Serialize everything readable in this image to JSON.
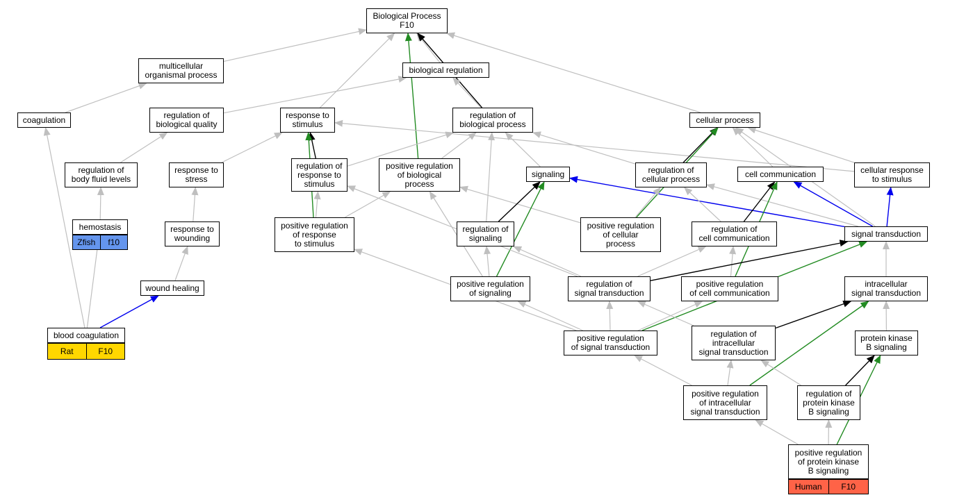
{
  "colors": {
    "gray": "#bfbfbf",
    "black": "#000000",
    "green": "#228b22",
    "blue": "#0000ee",
    "rat": "#ffd700",
    "zfish": "#6495ed",
    "human": "#ff6347"
  },
  "nodes": {
    "bp": "Biological Process\nF10",
    "multicellular": "multicellular\norganismal process",
    "bioreg": "biological regulation",
    "coagulation": "coagulation",
    "regbioqual": "regulation of\nbiological quality",
    "respstim": "response to\nstimulus",
    "regbioproc": "regulation of\nbiological process",
    "cellproc": "cellular process",
    "regbodyfluid": "regulation of\nbody fluid levels",
    "respstress": "response to\nstress",
    "regrespstim": "regulation of\nresponse to\nstimulus",
    "posregbioproc": "positive regulation\nof biological\nprocess",
    "signaling": "signaling",
    "regcellproc": "regulation of\ncellular process",
    "cellcomm": "cell communication",
    "cellrespstim": "cellular response\nto stimulus",
    "hemostasis": "hemostasis",
    "respwound": "response to\nwounding",
    "posregrespstim": "positive regulation\nof response\nto stimulus",
    "regsignaling": "regulation of\nsignaling",
    "posregcellproc": "positive regulation\nof cellular\nprocess",
    "regcellcomm": "regulation of\ncell communication",
    "sigtrans": "signal transduction",
    "woundheal": "wound healing",
    "posregsignaling": "positive regulation\nof signaling",
    "regsigtrans": "regulation of\nsignal transduction",
    "posregcellcomm": "positive regulation\nof cell communication",
    "intracell": "intracellular\nsignal transduction",
    "bloodcoag": "blood coagulation",
    "posregsigtrans": "positive regulation\nof signal transduction",
    "regintracell": "regulation of\nintracellular\nsignal transduction",
    "pkb": "protein kinase\nB signaling",
    "posregintracell": "positive regulation\nof intracellular\nsignal transduction",
    "regpkb": "regulation of\nprotein kinase\nB signaling",
    "posregpkb": "positive regulation\nof protein kinase\nB signaling"
  },
  "badges": {
    "hemostasis": {
      "species": "Zfish",
      "gene": "f10",
      "color": "#6495ed"
    },
    "bloodcoag": {
      "species": "Rat",
      "gene": "F10",
      "color": "#ffd700"
    },
    "posregpkb": {
      "species": "Human",
      "gene": "F10",
      "color": "#ff6347"
    }
  },
  "edges": [
    {
      "from": "multicellular",
      "to": "bp",
      "color": "gray"
    },
    {
      "from": "bioreg",
      "to": "bp",
      "color": "gray"
    },
    {
      "from": "respstim",
      "to": "bp",
      "color": "gray"
    },
    {
      "from": "regbioproc",
      "to": "bp",
      "color": "black"
    },
    {
      "from": "posregbioproc",
      "to": "bp",
      "color": "green"
    },
    {
      "from": "cellproc",
      "to": "bp",
      "color": "gray"
    },
    {
      "from": "coagulation",
      "to": "multicellular",
      "color": "gray"
    },
    {
      "from": "regbioqual",
      "to": "bioreg",
      "color": "gray"
    },
    {
      "from": "regbioproc",
      "to": "bioreg",
      "color": "gray"
    },
    {
      "from": "regbodyfluid",
      "to": "regbioqual",
      "color": "gray"
    },
    {
      "from": "respstress",
      "to": "respstim",
      "color": "gray"
    },
    {
      "from": "regrespstim",
      "to": "respstim",
      "color": "black"
    },
    {
      "from": "posregrespstim",
      "to": "respstim",
      "color": "green"
    },
    {
      "from": "cellrespstim",
      "to": "respstim",
      "color": "gray"
    },
    {
      "from": "regrespstim",
      "to": "regbioproc",
      "color": "gray"
    },
    {
      "from": "posregbioproc",
      "to": "regbioproc",
      "color": "gray"
    },
    {
      "from": "signaling",
      "to": "regbioproc",
      "color": "gray"
    },
    {
      "from": "regcellproc",
      "to": "regbioproc",
      "color": "gray"
    },
    {
      "from": "regsignaling",
      "to": "regbioproc",
      "color": "gray"
    },
    {
      "from": "regcellproc",
      "to": "cellproc",
      "color": "black"
    },
    {
      "from": "cellcomm",
      "to": "cellproc",
      "color": "gray"
    },
    {
      "from": "cellrespstim",
      "to": "cellproc",
      "color": "gray"
    },
    {
      "from": "posregcellproc",
      "to": "cellproc",
      "color": "green"
    },
    {
      "from": "sigtrans",
      "to": "cellproc",
      "color": "gray"
    },
    {
      "from": "hemostasis",
      "to": "regbodyfluid",
      "color": "gray"
    },
    {
      "from": "respwound",
      "to": "respstress",
      "color": "gray"
    },
    {
      "from": "posregrespstim",
      "to": "regrespstim",
      "color": "gray"
    },
    {
      "from": "posregrespstim",
      "to": "posregbioproc",
      "color": "gray"
    },
    {
      "from": "posregsignaling",
      "to": "posregbioproc",
      "color": "gray"
    },
    {
      "from": "posregcellproc",
      "to": "posregbioproc",
      "color": "gray"
    },
    {
      "from": "regsignaling",
      "to": "signaling",
      "color": "black"
    },
    {
      "from": "posregsignaling",
      "to": "signaling",
      "color": "green"
    },
    {
      "from": "sigtrans",
      "to": "signaling",
      "color": "blue"
    },
    {
      "from": "posregcellproc",
      "to": "regcellproc",
      "color": "gray"
    },
    {
      "from": "regcellcomm",
      "to": "regcellproc",
      "color": "gray"
    },
    {
      "from": "sigtrans",
      "to": "regcellproc",
      "color": "gray"
    },
    {
      "from": "regcellcomm",
      "to": "cellcomm",
      "color": "black"
    },
    {
      "from": "posregcellcomm",
      "to": "cellcomm",
      "color": "green"
    },
    {
      "from": "sigtrans",
      "to": "cellcomm",
      "color": "blue"
    },
    {
      "from": "sigtrans",
      "to": "cellrespstim",
      "color": "blue"
    },
    {
      "from": "bloodcoag",
      "to": "hemostasis",
      "color": "gray"
    },
    {
      "from": "woundheal",
      "to": "respwound",
      "color": "gray"
    },
    {
      "from": "bloodcoag",
      "to": "coagulation",
      "color": "gray"
    },
    {
      "from": "bloodcoag",
      "to": "woundheal",
      "color": "blue"
    },
    {
      "from": "posregsigtrans",
      "to": "posregrespstim",
      "color": "gray"
    },
    {
      "from": "regsigtrans",
      "to": "regrespstim",
      "color": "gray"
    },
    {
      "from": "posregsignaling",
      "to": "regsignaling",
      "color": "gray"
    },
    {
      "from": "regsigtrans",
      "to": "regsignaling",
      "color": "gray"
    },
    {
      "from": "regsigtrans",
      "to": "regcellcomm",
      "color": "gray"
    },
    {
      "from": "posregcellcomm",
      "to": "regcellcomm",
      "color": "gray"
    },
    {
      "from": "regsigtrans",
      "to": "sigtrans",
      "color": "black"
    },
    {
      "from": "posregsigtrans",
      "to": "sigtrans",
      "color": "green"
    },
    {
      "from": "intracell",
      "to": "sigtrans",
      "color": "gray"
    },
    {
      "from": "posregsigtrans",
      "to": "regsigtrans",
      "color": "gray"
    },
    {
      "from": "posregsigtrans",
      "to": "posregsignaling",
      "color": "gray"
    },
    {
      "from": "posregsigtrans",
      "to": "posregcellcomm",
      "color": "gray"
    },
    {
      "from": "regintracell",
      "to": "regsigtrans",
      "color": "gray"
    },
    {
      "from": "regintracell",
      "to": "intracell",
      "color": "black"
    },
    {
      "from": "posregintracell",
      "to": "intracell",
      "color": "green"
    },
    {
      "from": "pkb",
      "to": "intracell",
      "color": "gray"
    },
    {
      "from": "posregintracell",
      "to": "posregsigtrans",
      "color": "gray"
    },
    {
      "from": "posregintracell",
      "to": "regintracell",
      "color": "gray"
    },
    {
      "from": "regpkb",
      "to": "regintracell",
      "color": "gray"
    },
    {
      "from": "regpkb",
      "to": "pkb",
      "color": "black"
    },
    {
      "from": "posregpkb",
      "to": "pkb",
      "color": "green"
    },
    {
      "from": "posregpkb",
      "to": "posregintracell",
      "color": "gray"
    },
    {
      "from": "posregpkb",
      "to": "regpkb",
      "color": "gray"
    }
  ]
}
